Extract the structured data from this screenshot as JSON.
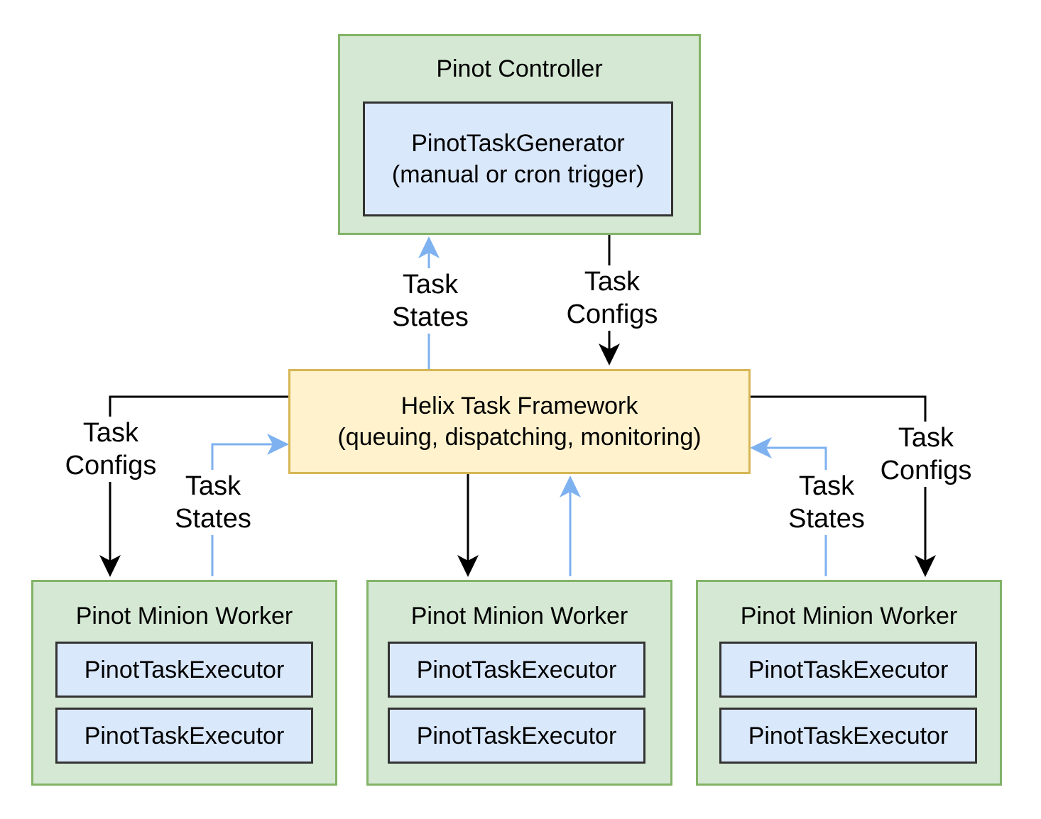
{
  "controller": {
    "title": "Pinot Controller",
    "generator": {
      "line1": "PinotTaskGenerator",
      "line2": "(manual or cron trigger)"
    }
  },
  "helix": {
    "line1": "Helix Task Framework",
    "line2": "(queuing, dispatching, monitoring)"
  },
  "edge_labels": {
    "controller_states": [
      "Task",
      "States"
    ],
    "controller_configs": [
      "Task",
      "Configs"
    ],
    "left_configs": [
      "Task",
      "Configs"
    ],
    "left_states": [
      "Task",
      "States"
    ],
    "right_states": [
      "Task",
      "States"
    ],
    "right_configs": [
      "Task",
      "Configs"
    ]
  },
  "workers": [
    {
      "title": "Pinot Minion Worker",
      "executors": [
        "PinotTaskExecutor",
        "PinotTaskExecutor"
      ]
    },
    {
      "title": "Pinot Minion Worker",
      "executors": [
        "PinotTaskExecutor",
        "PinotTaskExecutor"
      ]
    },
    {
      "title": "Pinot Minion Worker",
      "executors": [
        "PinotTaskExecutor",
        "PinotTaskExecutor"
      ]
    }
  ],
  "colors": {
    "configs_edge": "#000000",
    "states_edge": "#7eb1ef"
  }
}
